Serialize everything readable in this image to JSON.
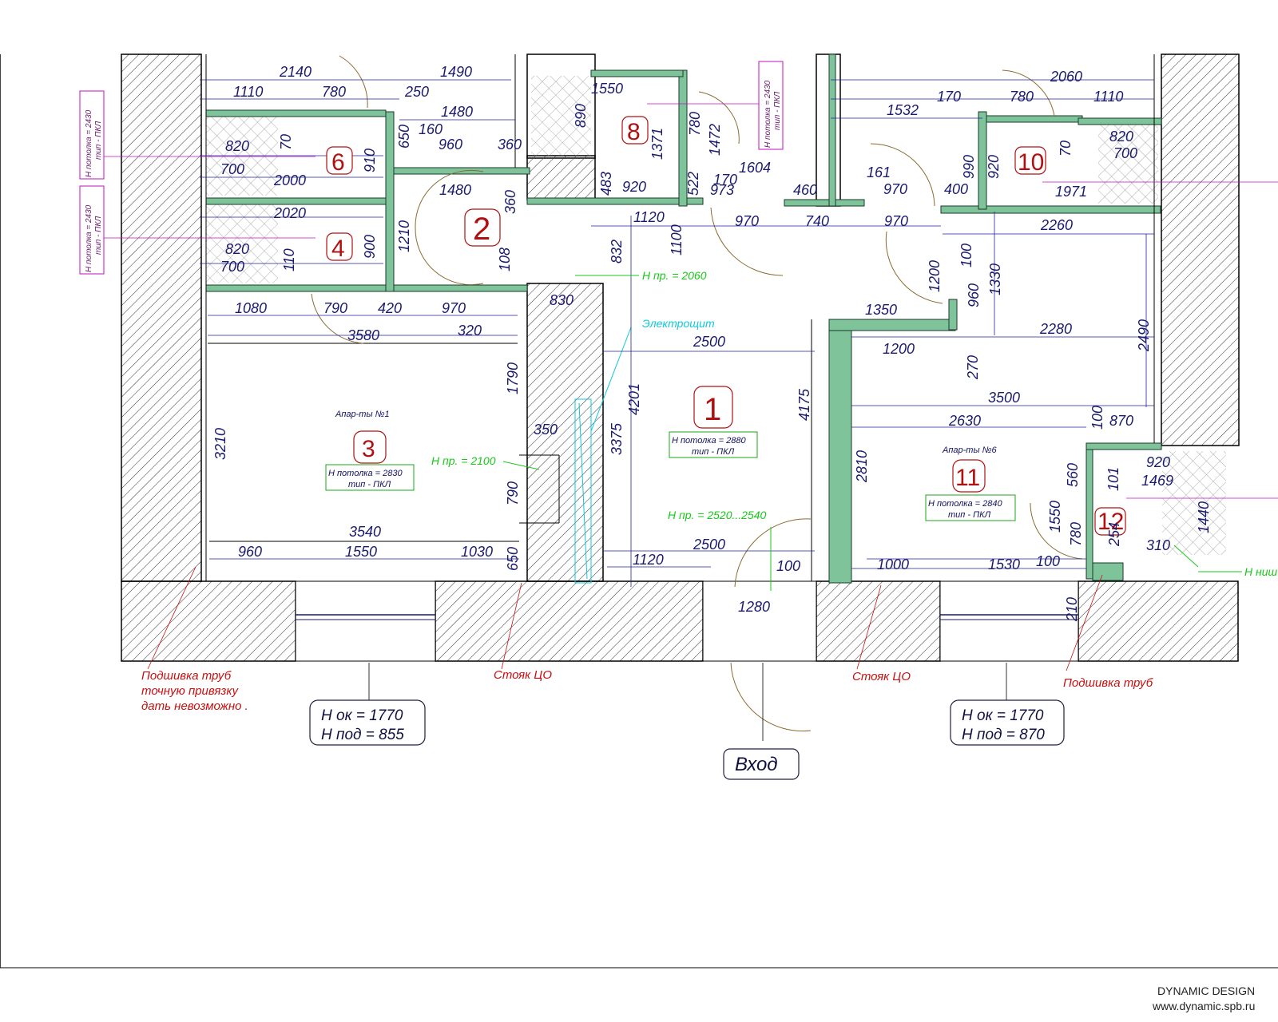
{
  "rooms": {
    "r1": "1",
    "r2": "2",
    "r3": "3",
    "r4": "4",
    "r6": "6",
    "r8": "8",
    "r10": "10",
    "r11": "11",
    "r12": "12"
  },
  "apartments": {
    "a1": "Апар-ты №1",
    "a6": "Апар-ты №6"
  },
  "ceilings": {
    "c1_h": "Н потолка = 2880",
    "c1_t": "тип - ПКЛ",
    "c3_h": "Н потолка = 2830",
    "c3_t": "тип - ПКЛ",
    "c11_h": "Н потолка = 2840",
    "c11_t": "тип - ПКЛ",
    "side_h": "Н потолка = 2430",
    "side_t": "тип - ПКЛ"
  },
  "openings": {
    "o1": "Н пр. = 2060",
    "o2": "Н пр. = 2100",
    "o3": "Н пр. = 2520...2540",
    "o4": "Н ниш"
  },
  "electro": "Электрощит",
  "notes": {
    "n1a": "Подшивка  труб",
    "n1b": "точную привязку",
    "n1c": "дать невозможно .",
    "n2": "Стояк ЦО",
    "n3": "Стояк ЦО",
    "n4": "Подшивка  труб"
  },
  "windows": {
    "w1a": "Н ок = 1770",
    "w1b": "Н под = 855",
    "w2a": "Н ок = 1770",
    "w2b": "Н под = 870"
  },
  "entrance": "Вход",
  "brand": {
    "name": "DYNAMIC DESIGN",
    "url": "www.dynamic.spb.ru"
  },
  "dims": {
    "d2140": "2140",
    "d1490": "1490",
    "d1110a": "1110",
    "d780a": "780",
    "d250": "250",
    "d1480a": "1480",
    "d160": "160",
    "d960a": "960",
    "d360a": "360",
    "d820a": "820",
    "d70a": "70",
    "d910": "910",
    "d700a": "700",
    "d2000": "2000",
    "d1480b": "1480",
    "d360b": "360",
    "d2020": "2020",
    "d1210": "1210",
    "d820b": "820",
    "d900": "900",
    "d700b": "700",
    "d110a": "110",
    "d108": "108",
    "d650a": "650",
    "d1080": "1080",
    "d790a": "790",
    "d420": "420",
    "d970a": "970",
    "d830": "830",
    "d3580": "3580",
    "d320": "320",
    "d1790": "1790",
    "d3210": "3210",
    "d350": "350",
    "d790b": "790",
    "d3540": "3540",
    "d960b": "960",
    "d1550a": "1550",
    "d1030": "1030",
    "d650b": "650",
    "d1550b": "1550",
    "d890": "890",
    "d1371": "1371",
    "d780b": "780",
    "d1472": "1472",
    "d483": "483",
    "d920a": "920",
    "d522": "522",
    "d170a": "170",
    "d1604": "1604",
    "d973": "973",
    "d460": "460",
    "d1120a": "1120",
    "d1100": "1100",
    "d970b": "970",
    "d740": "740",
    "d970c": "970",
    "d832": "832",
    "d2500a": "2500",
    "d4201": "4201",
    "d3375": "3375",
    "d4175": "4175",
    "d2500b": "2500",
    "d1120b": "1120",
    "d100a": "100",
    "d1280": "1280",
    "d2060": "2060",
    "d170b": "170",
    "d780c": "780",
    "d1110b": "1110",
    "d1532": "1532",
    "d820c": "820",
    "d990": "990",
    "d920b": "920",
    "d70b": "70",
    "d700c": "700",
    "d161": "161",
    "d970d": "970",
    "d400": "400",
    "d1971": "1971",
    "d2260": "2260",
    "d1200a": "1200",
    "d100b": "100",
    "d960c": "960",
    "d1330": "1330",
    "d1350": "1350",
    "d2280": "2280",
    "d2490": "2490",
    "d1200b": "1200",
    "d270": "270",
    "d3500": "3500",
    "d2630": "2630",
    "d100c": "100",
    "d870": "870",
    "d2810": "2810",
    "d560": "560",
    "d920c": "920",
    "d101": "101",
    "d1469": "1469",
    "d1550c": "1550",
    "d780d": "780",
    "d254": "254",
    "d1440": "1440",
    "d310": "310",
    "d1000": "1000",
    "d1530": "1530",
    "d100d": "100",
    "d210": "210"
  }
}
